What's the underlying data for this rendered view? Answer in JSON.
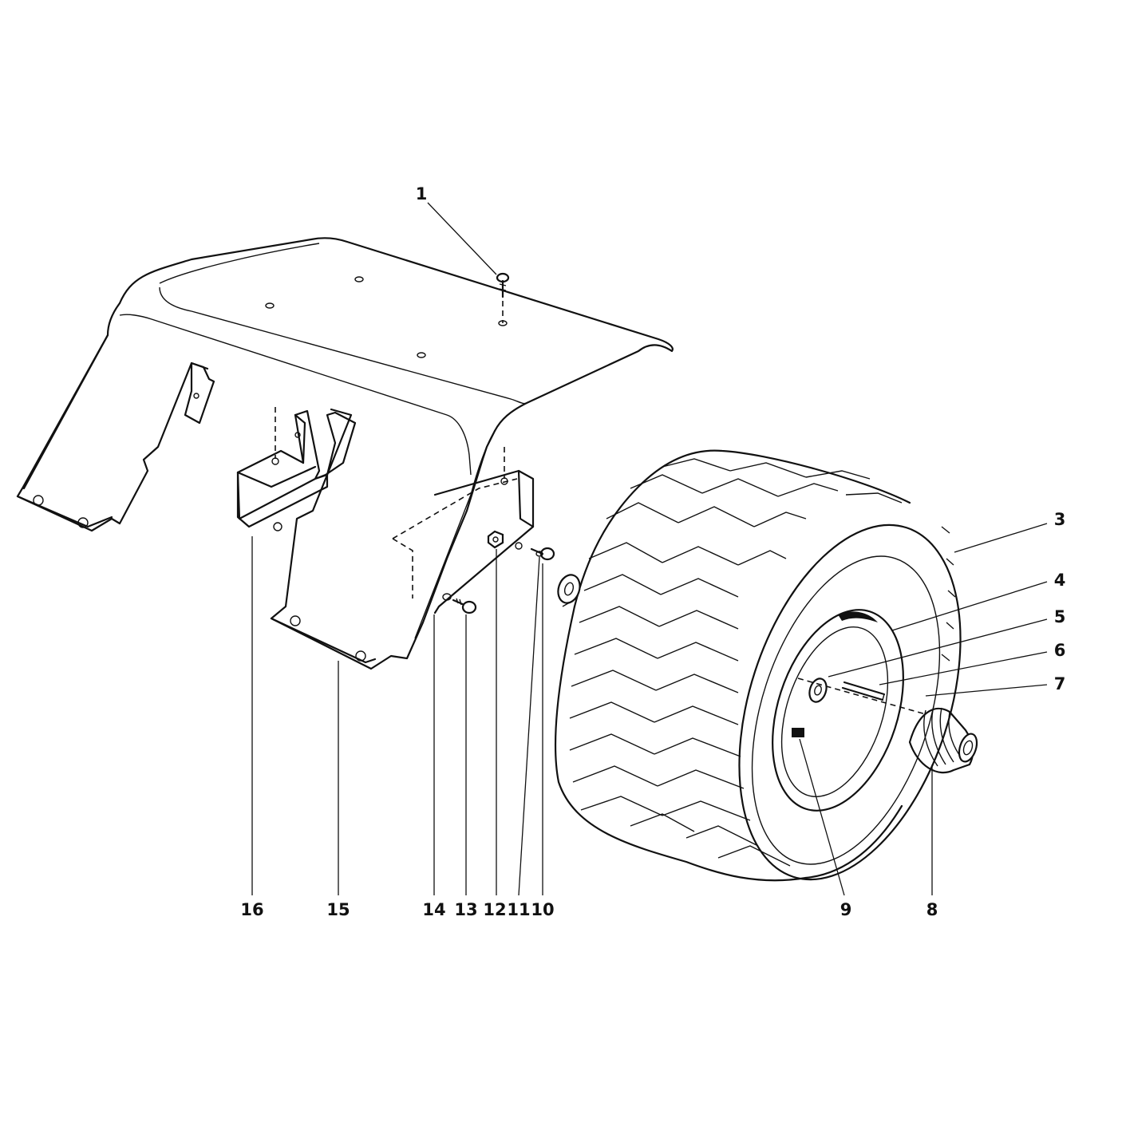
{
  "diagram": {
    "callouts": [
      {
        "id": "1",
        "label": "1"
      },
      {
        "id": "3",
        "label": "3"
      },
      {
        "id": "4",
        "label": "4"
      },
      {
        "id": "5",
        "label": "5"
      },
      {
        "id": "6",
        "label": "6"
      },
      {
        "id": "7",
        "label": "7"
      },
      {
        "id": "8",
        "label": "8"
      },
      {
        "id": "9",
        "label": "9"
      },
      {
        "id": "10",
        "label": "10"
      },
      {
        "id": "11",
        "label": "11"
      },
      {
        "id": "12",
        "label": "12"
      },
      {
        "id": "13",
        "label": "13"
      },
      {
        "id": "14",
        "label": "14"
      },
      {
        "id": "15",
        "label": "15"
      },
      {
        "id": "16",
        "label": "16"
      }
    ]
  }
}
